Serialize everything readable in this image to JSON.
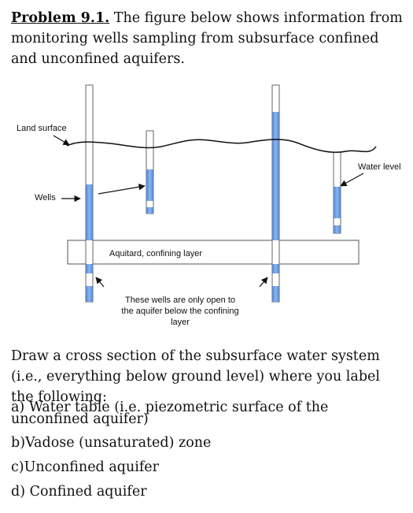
{
  "problem": {
    "heading": "Problem 9.1.",
    "text": " The figure below shows information from monitoring wells sampling from subsurface confined and unconfined aquifers."
  },
  "figure": {
    "land_surface_label": "Land surface",
    "water_level_label": "Water level",
    "wells_label": "Wells",
    "aquitard_label": "Aquitard, confining layer",
    "note_lines": [
      "These wells are only open to",
      "the aquifer below the confining",
      "layer"
    ]
  },
  "question": {
    "text": "Draw a cross section of the subsurface water system (i.e., everything below ground level) where you label the following:"
  },
  "items": [
    "a) Water table (i.e. piezometric surface of the unconfined aquifer)",
    "b)Vadose (unsaturated) zone",
    "c)Unconfined aquifer",
    "d) Confined aquifer"
  ],
  "colors": {
    "water": "#6e9de0",
    "water_dark": "#4a7fd0",
    "outline": "#555555",
    "ink": "#111111"
  }
}
